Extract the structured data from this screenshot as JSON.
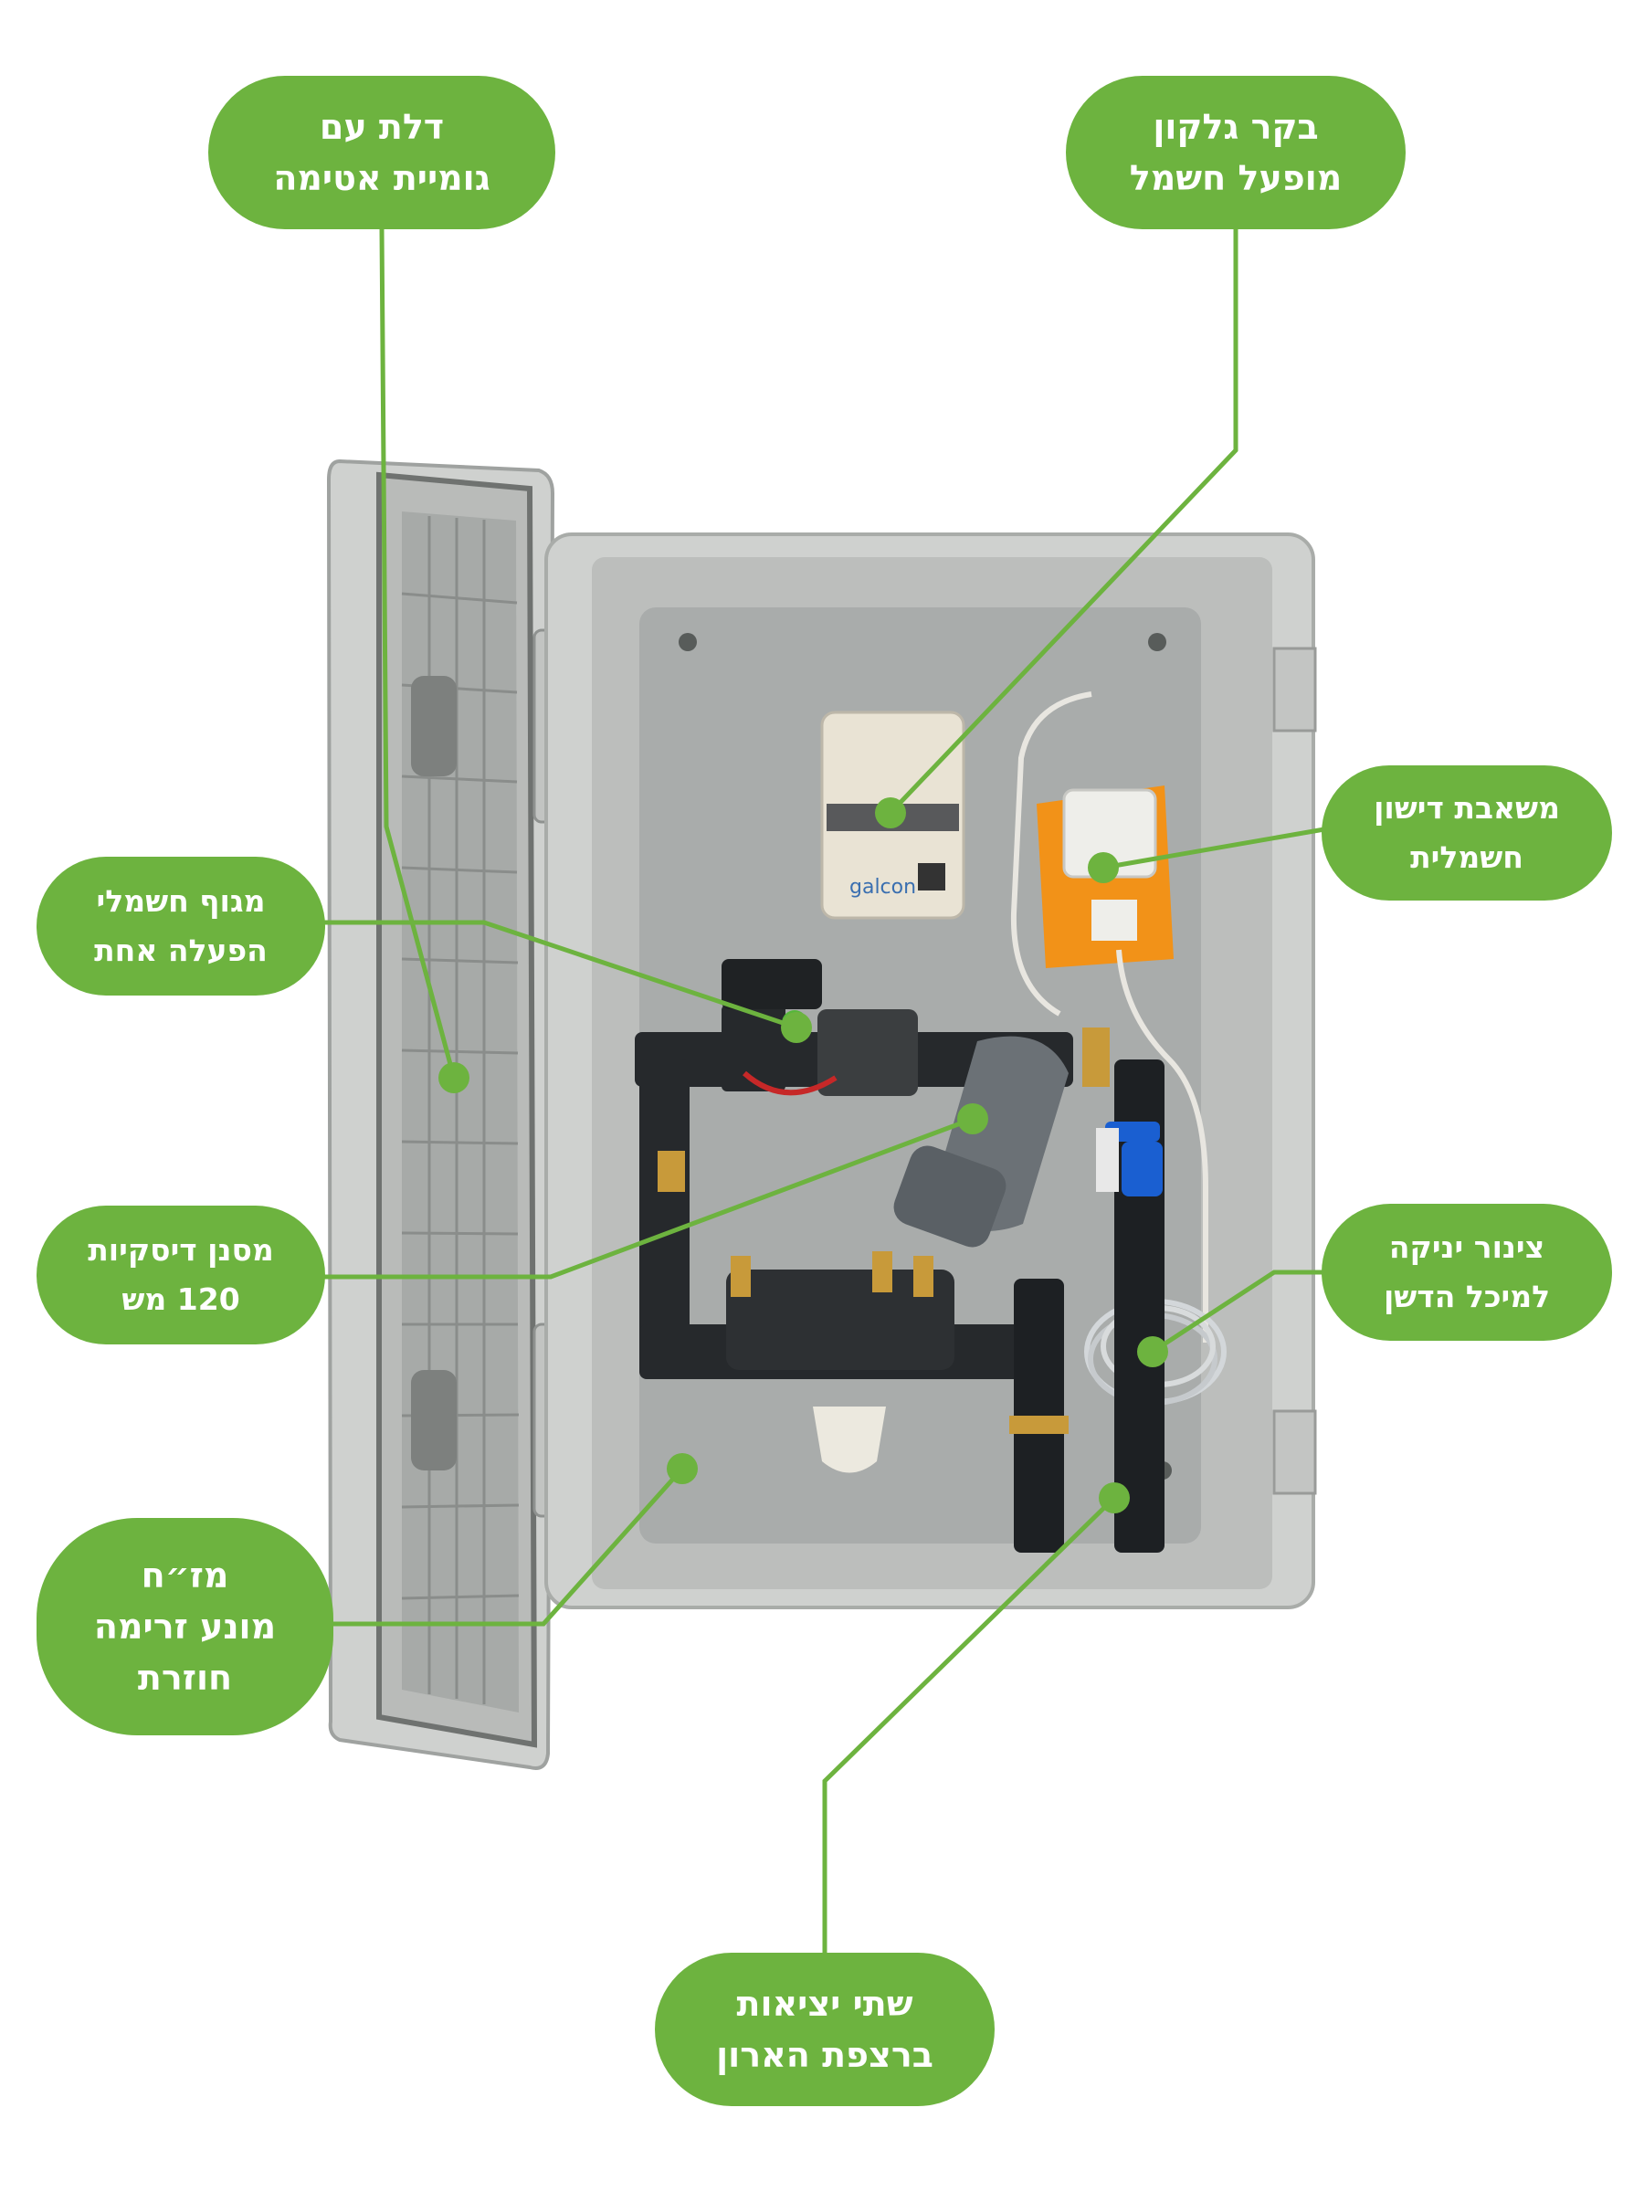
{
  "brand_text": "galcon",
  "accent_color": "#6db33f",
  "callouts": {
    "door": {
      "lines": [
        "דלת עם",
        "גומיית אטימה"
      ]
    },
    "controller": {
      "lines": [
        "בקר גלקון",
        "מופעל חשמל"
      ]
    },
    "pump": {
      "lines": [
        "משאבת דישון",
        "חשמלית"
      ]
    },
    "valve": {
      "lines": [
        "מגוף חשמלי",
        "הפעלה אחת"
      ]
    },
    "filter": {
      "lines": [
        "מסנן דיסקיות",
        "120 מש"
      ]
    },
    "suction": {
      "lines": [
        "צינור יניקה",
        "למיכל הדשן"
      ]
    },
    "backflow": {
      "lines": [
        "מז״ח",
        "מונע זרימה",
        "חוזרת"
      ]
    },
    "outlets": {
      "lines": [
        "שתי יציאות",
        "ברצפת הארון"
      ]
    }
  }
}
